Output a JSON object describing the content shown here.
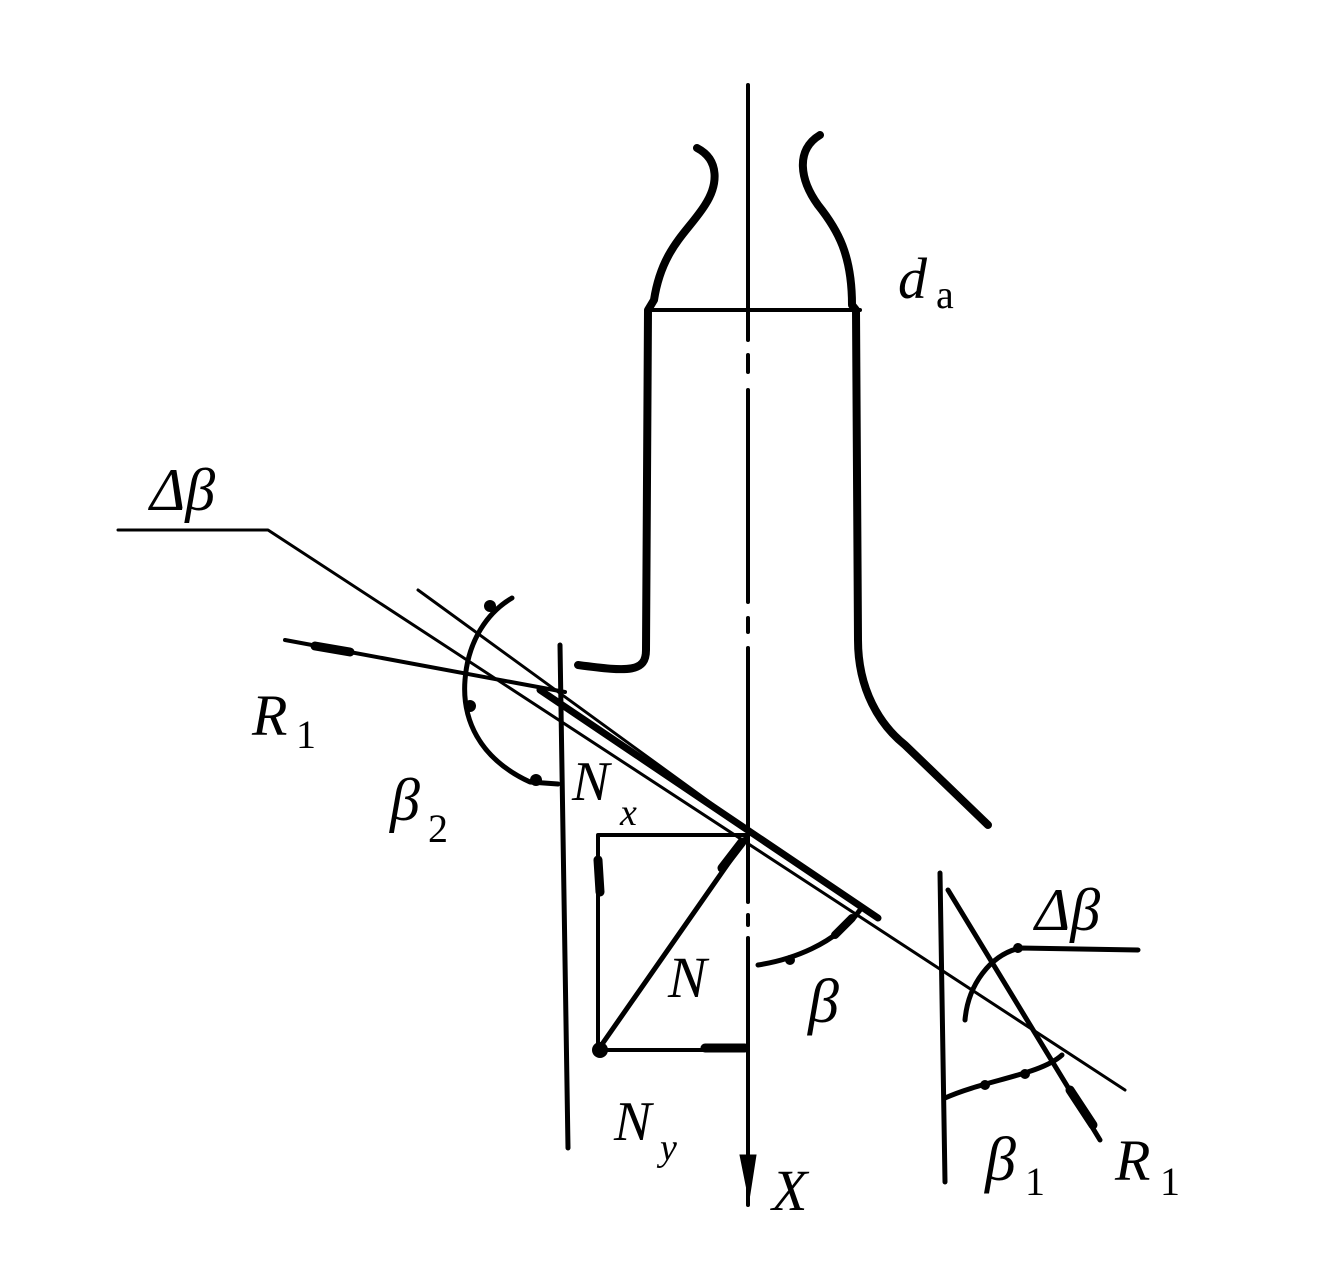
{
  "labels": {
    "d": "d",
    "d_sub": "a",
    "delta_beta_left": "Δβ",
    "delta_beta_right": "Δβ",
    "R_left": "R",
    "R_left_sub": "1",
    "R_right": "R",
    "R_right_sub": "1",
    "beta2": "β",
    "beta2_sub": "2",
    "Nx": "N",
    "Nx_sub": "x",
    "N": "N",
    "beta": "β",
    "Ny": "N",
    "Ny_sub": "y",
    "beta1": "β",
    "beta1_sub": "1",
    "X": "X"
  },
  "colors": {
    "ink": "#000000",
    "background": "#ffffff"
  }
}
